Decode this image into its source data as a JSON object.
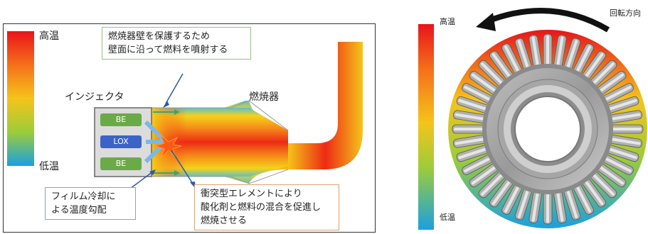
{
  "left_panel": {
    "scale_high": "高温",
    "scale_low": "低温",
    "injector_label": "インジェクタ",
    "combustor_label": "燃焼器",
    "callout_top": [
      "燃焼器壁を保護するため",
      "壁面に沿って燃料を噴射する"
    ],
    "callout_film": [
      "フィルム冷却に",
      "よる温度勾配"
    ],
    "callout_impinge": [
      "衝突型エレメントにより",
      "酸化剤と燃料の混合を促進し",
      "燃焼させる"
    ],
    "elements": [
      {
        "label": "BE",
        "color": "#6aaa48"
      },
      {
        "label": "LOX",
        "color": "#3a64c8"
      },
      {
        "label": "BE",
        "color": "#6aaa48"
      }
    ]
  },
  "right_panel": {
    "scale_high": "高温",
    "scale_low": "低温",
    "rotation_label": "回転方向"
  },
  "colors": {
    "hot": "#e8141a",
    "cold": "#1aa0e0",
    "accent_green": "#6aaa48",
    "accent_blue": "#3a64c8"
  }
}
